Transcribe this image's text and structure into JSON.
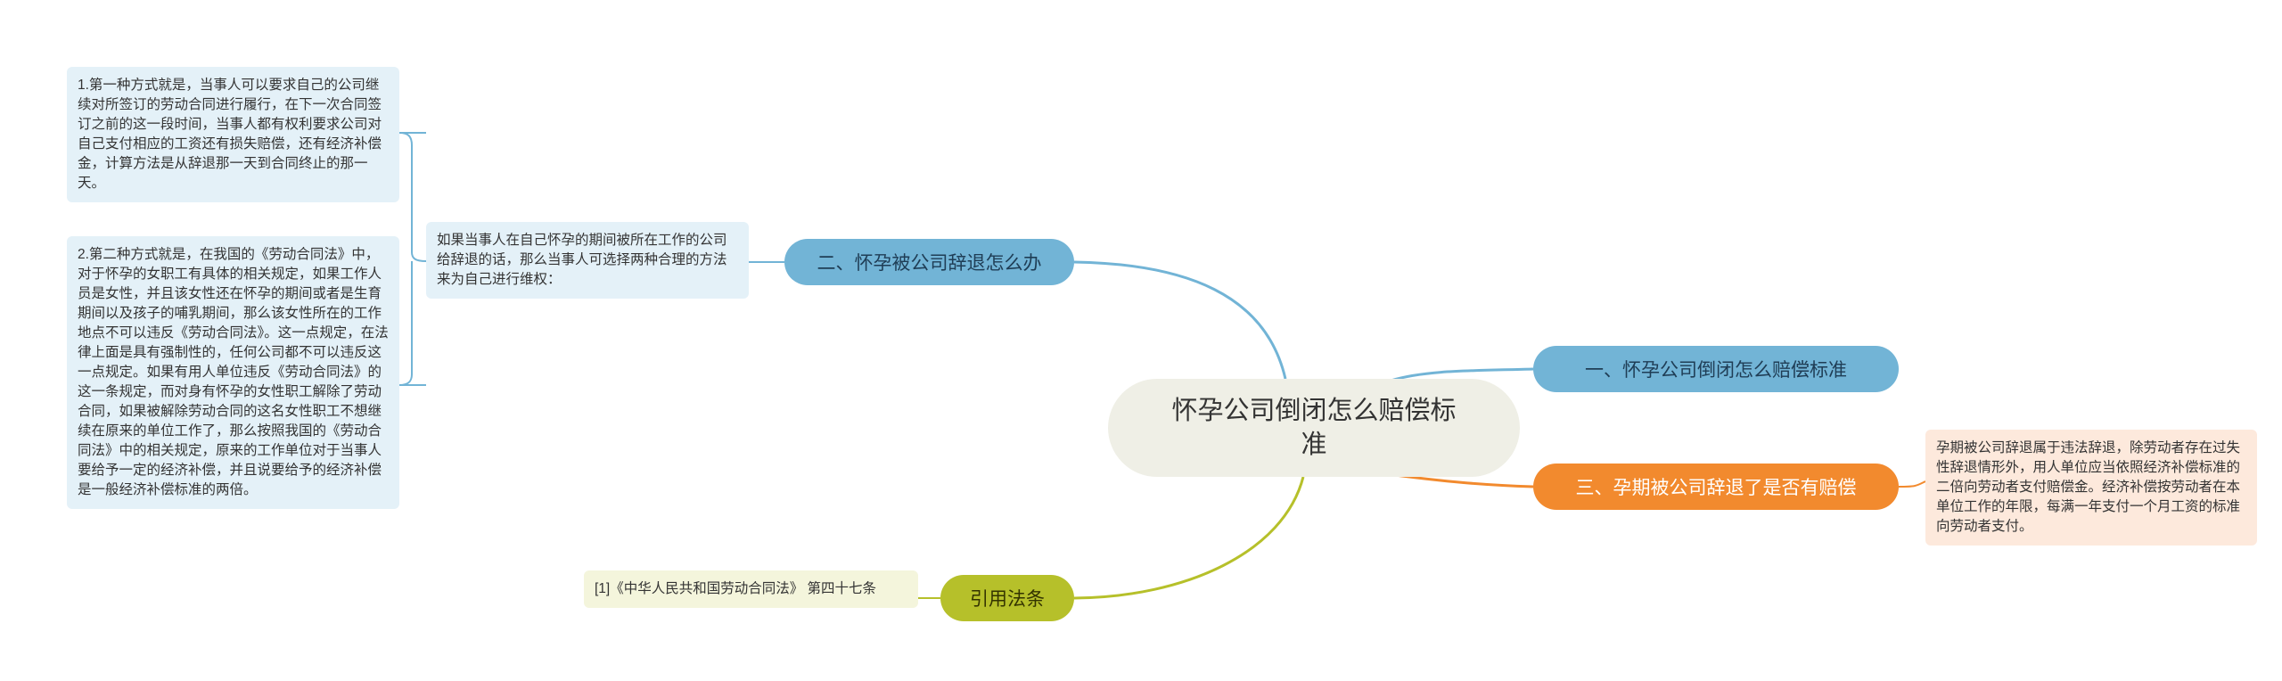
{
  "root": {
    "label": "怀孕公司倒闭怎么赔偿标准"
  },
  "branches": {
    "b1": {
      "label": "一、怀孕公司倒闭怎么赔偿标准"
    },
    "b2": {
      "label": "二、怀孕被公司辞退怎么办"
    },
    "b3": {
      "label": "三、孕期被公司辞退了是否有赔偿"
    },
    "b4": {
      "label": "引用法条"
    }
  },
  "leaves": {
    "b2_intro": "如果当事人在自己怀孕的期间被所在工作的公司给辞退的话，那么当事人可选择两种合理的方法来为自己进行维权：",
    "b2_way1": "1.第一种方式就是，当事人可以要求自己的公司继续对所签订的劳动合同进行履行，在下一次合同签订之前的这一段时间，当事人都有权利要求公司对自己支付相应的工资还有损失赔偿，还有经济补偿金，计算方法是从辞退那一天到合同终止的那一天。",
    "b2_way2": "2.第二种方式就是，在我国的《劳动合同法》中，对于怀孕的女职工有具体的相关规定，如果工作人员是女性，并且该女性还在怀孕的期间或者是生育期间以及孩子的哺乳期间，那么该女性所在的工作地点不可以违反《劳动合同法》。这一点规定，在法律上面是具有强制性的，任何公司都不可以违反这一点规定。如果有用人单位违反《劳动合同法》的这一条规定，而对身有怀孕的女性职工解除了劳动合同，如果被解除劳动合同的这名女性职工不想继续在原来的单位工作了，那么按照我国的《劳动合同法》中的相关规定，原来的工作单位对于当事人要给予一定的经济补偿，并且说要给予的经济补偿是一般经济补偿标准的两倍。",
    "b3_text": "孕期被公司辞退属于违法辞退，除劳动者存在过失性辞退情形外，用人单位应当依照经济补偿标准的二倍向劳动者支付赔偿金。经济补偿按劳动者在本单位工作的年限，每满一年支付一个月工资的标准向劳动者支付。",
    "b4_text": "[1]《中华人民共和国劳动合同法》 第四十七条"
  },
  "colors": {
    "blue": "#72b4d6",
    "orange": "#f28a2e",
    "olive": "#b6c02a",
    "root_fill": "#efefe6"
  }
}
